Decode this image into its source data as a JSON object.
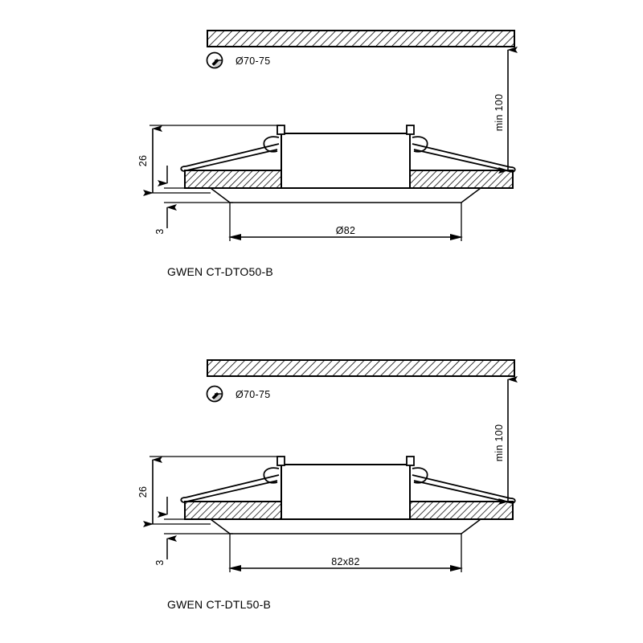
{
  "drawing": {
    "title": "Recessed downlight installation drawing",
    "background_color": "#ffffff",
    "line_color": "#000000",
    "units": "mm"
  },
  "figures": [
    {
      "id": "fig-top",
      "part_label": "GWEN CT-DTO50-B",
      "ceiling": {
        "hatch_label": "ceiling-slab",
        "cutout_symbol": "drilled-hole-icon",
        "cutout_dimension": "Ø70-75"
      },
      "dimensions": {
        "clearance": "min 100",
        "body_height": "26",
        "trim_thickness": "3",
        "outer_diameter": "Ø82"
      }
    },
    {
      "id": "fig-bottom",
      "part_label": "GWEN CT-DTL50-B",
      "ceiling": {
        "hatch_label": "ceiling-slab",
        "cutout_symbol": "drilled-hole-icon",
        "cutout_dimension": "Ø70-75"
      },
      "dimensions": {
        "clearance": "min 100",
        "body_height": "26",
        "trim_thickness": "3",
        "outer_diameter": "82x82"
      }
    }
  ]
}
